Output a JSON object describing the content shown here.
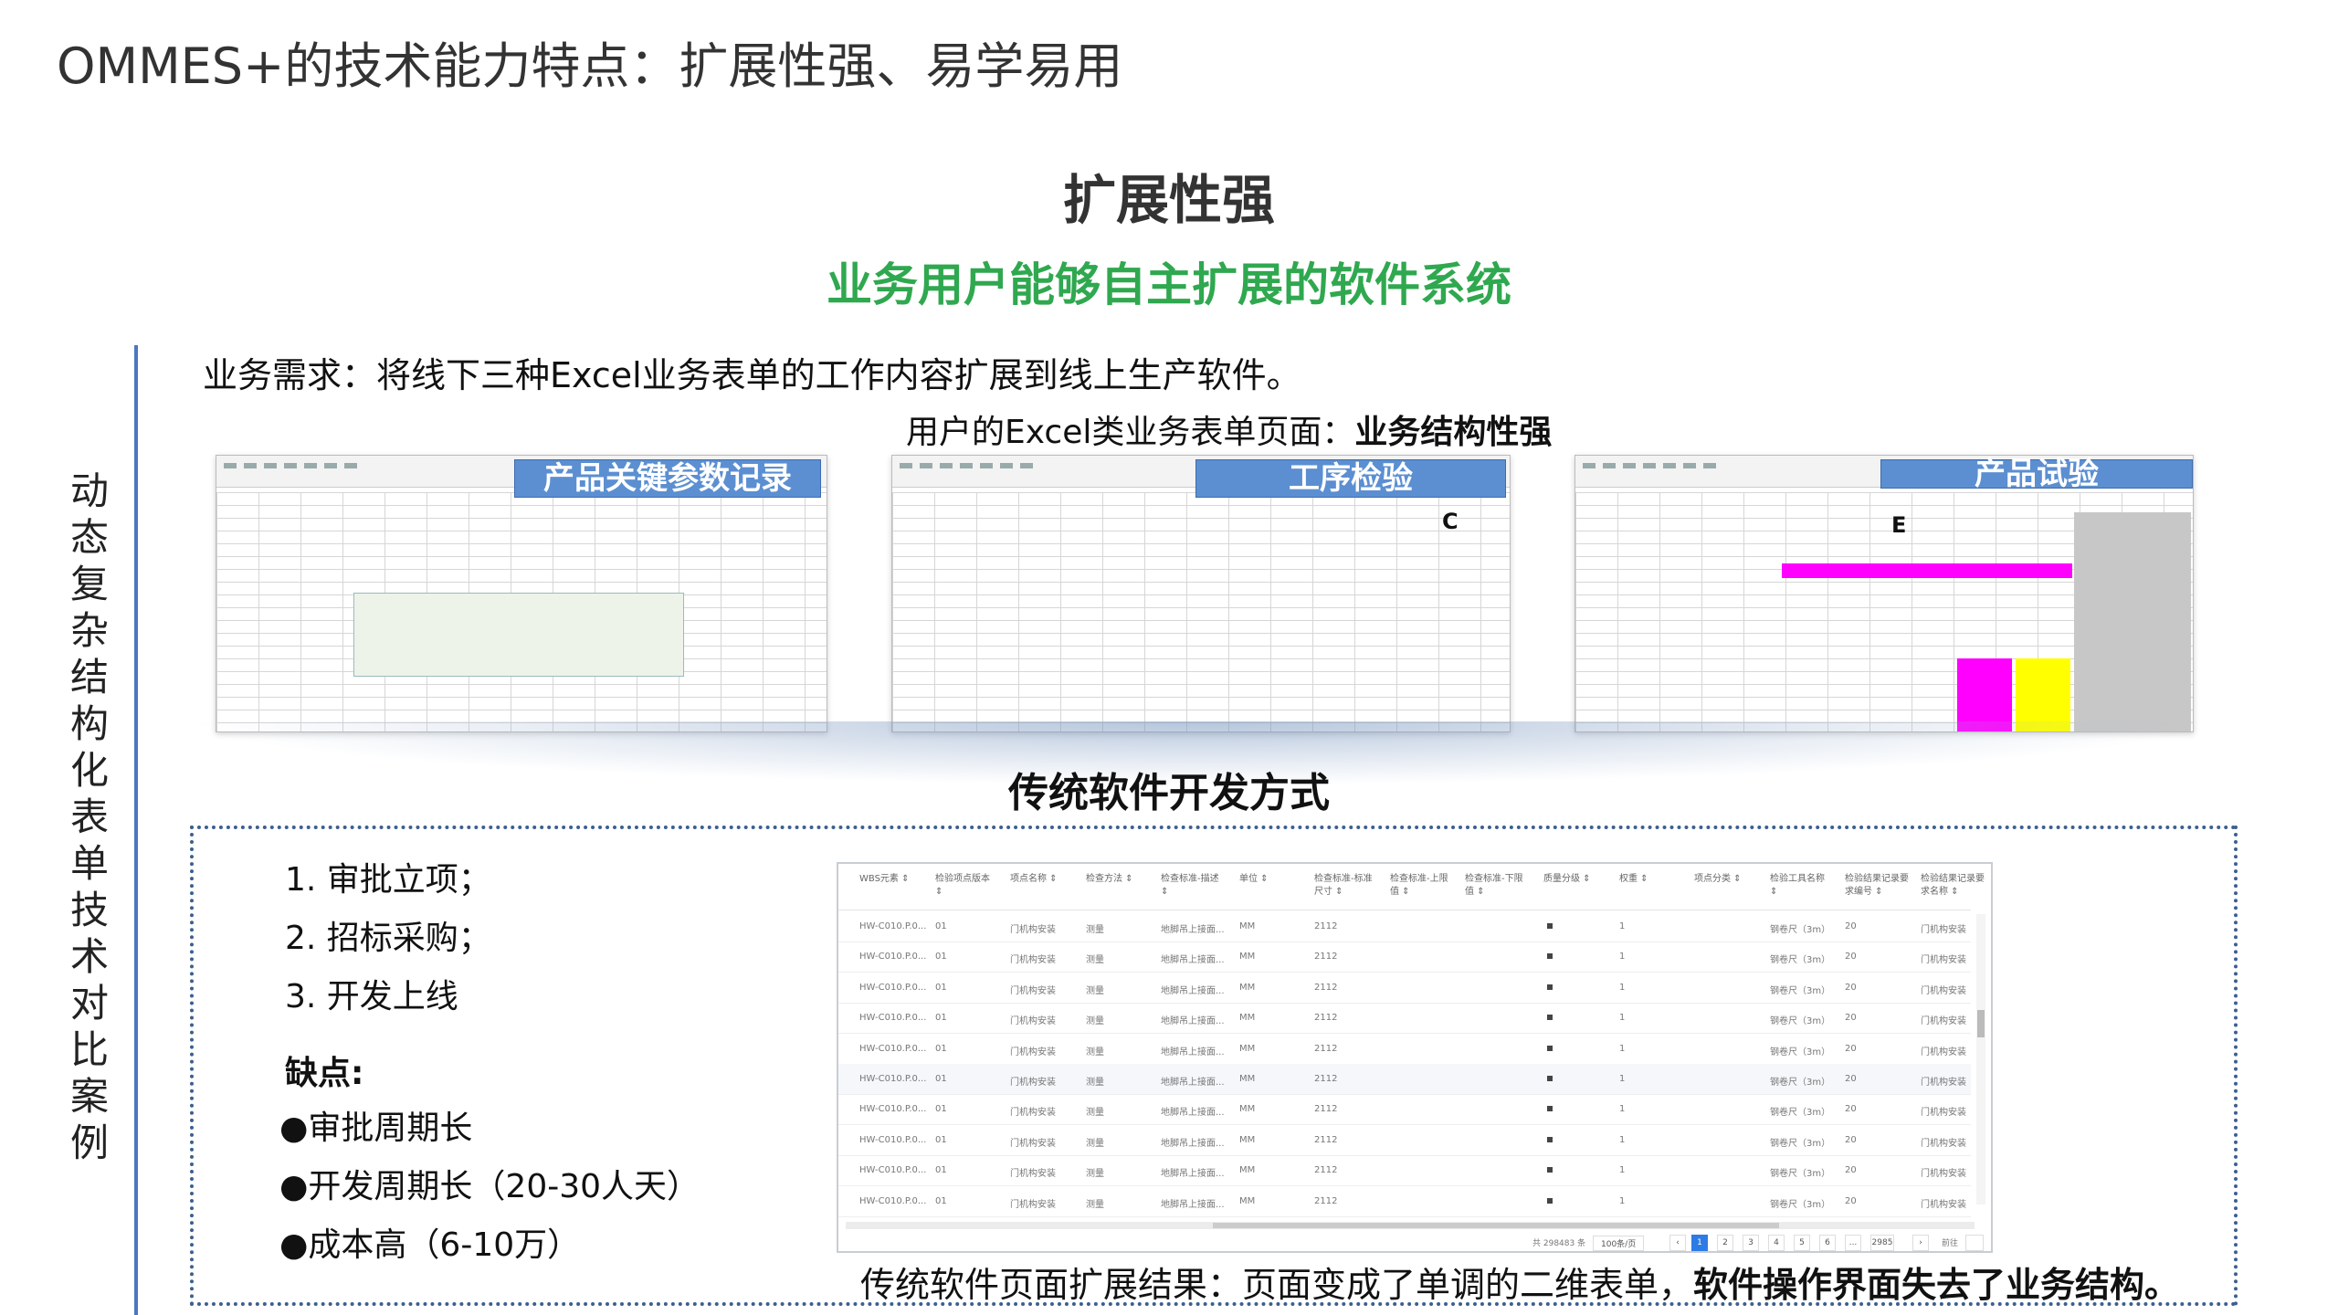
{
  "slide": {
    "title": "OMMES+的技术能力特点：扩展性强、易学易用",
    "heading": "扩展性强",
    "subheading": "业务用户能够自主扩展的软件系统",
    "vertical_title": "动态复杂结构化表单技术对比案例",
    "requirement": "业务需求：将线下三种Excel业务表单的工作内容扩展到线上生产软件。",
    "excel_caption_prefix": "用户的Excel类业务表单页面：",
    "excel_caption_bold": "业务结构性强",
    "traditional_heading": "传统软件开发方式"
  },
  "excel_sheets": [
    {
      "banner": "产品关键参数记录",
      "letter": ""
    },
    {
      "banner": "工序检验",
      "letter": "C"
    },
    {
      "banner": "产品试验",
      "letter": "E"
    }
  ],
  "steps": [
    "1. 审批立项；",
    "2. 招标采购；",
    "3. 开发上线"
  ],
  "cons": {
    "label": "缺点:",
    "items": [
      "●审批周期长",
      "●开发周期长（20-30人天）",
      "●成本高（6-10万）"
    ]
  },
  "table": {
    "headers": [
      "WBS元素 ⇕",
      "检验项点版本 ⇕",
      "项点名称 ⇕",
      "检查方法 ⇕",
      "检查标准-描述 ⇕",
      "单位 ⇕",
      "检查标准-标准尺寸 ⇕",
      "检查标准-上限值 ⇕",
      "检查标准-下限值 ⇕",
      "质量分级 ⇕",
      "权重 ⇕",
      "项点分类 ⇕",
      "检验工具名称 ⇕",
      "检验结果记录要求编号 ⇕",
      "检验结果记录要求名称 ⇕"
    ],
    "row": [
      "HW-C010.P.0...",
      "01",
      "门机构安装",
      "测量",
      "地脚吊上接面...",
      "MM",
      "2112",
      "",
      "",
      "",
      "1",
      "",
      "钢卷尺（3m）",
      "20",
      "门机构安装"
    ],
    "row_count": 10,
    "total": "共 298483 条",
    "per_page": "100条/页",
    "pages": [
      "1",
      "2",
      "3",
      "4",
      "5",
      "6",
      "...",
      "2985"
    ],
    "goto": "前往"
  },
  "result": {
    "prefix": "传统软件页面扩展结果：页面变成了单调的二维表单，",
    "bold": "软件操作界面失去了业务结构。"
  },
  "colors": {
    "green": "#2fa84f",
    "blue_line": "#4a78c2",
    "banner": "#5b8fd1"
  }
}
